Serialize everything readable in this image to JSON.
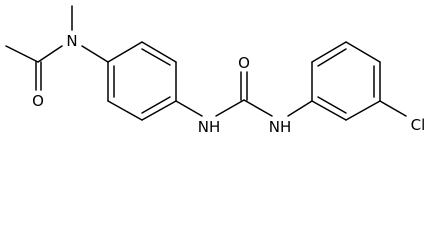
{
  "molecule": {
    "atoms": {
      "n_methyl": "N",
      "o_acetyl": "O",
      "o_urea": "O",
      "nh_left": "NH",
      "nh_right": "NH",
      "cl": "Cl"
    }
  }
}
